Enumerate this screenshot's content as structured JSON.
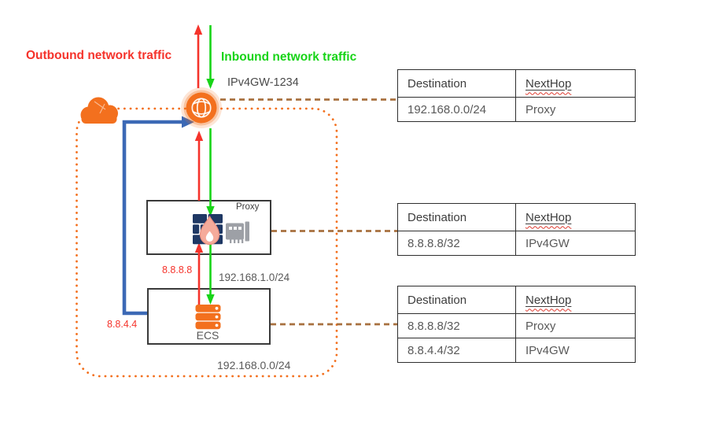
{
  "labels": {
    "outbound": "Outbound network traffic",
    "inbound": "Inbound network traffic",
    "gateway_name": "IPv4GW-1234",
    "proxy_box": "Proxy",
    "ecs_box": "ECS",
    "ecs_ip": "8.8.8.8",
    "ecs_ip2": "8.8.4.4",
    "subnet_cidr": "192.168.1.0/24",
    "vpc_cidr": "192.168.0.0/24"
  },
  "icons": {
    "cloud": "public-cloud-icon",
    "gateway": "ipv4-internet-gateway-globe-icon",
    "firewall": "firewall-flame-brick-icon",
    "nic": "network-interface-card-icon",
    "ecs": "server-stack-icon"
  },
  "colors": {
    "orange": "#F3701E",
    "red": "#F5332B",
    "green": "#17D417",
    "blue": "#3C69B5",
    "brown": "#A8703F",
    "navy_brick": "#1F3864",
    "flame": "#F5AB9B",
    "icon_gray": "#9DA0A6",
    "table_border": "#2e2e2e",
    "text_gray": "#595959"
  },
  "route_tables": [
    {
      "headers": {
        "destination": "Destination",
        "nexthop": "NextHop"
      },
      "rows": [
        {
          "destination": "192.168.0.0/24",
          "nexthop": "Proxy"
        }
      ]
    },
    {
      "headers": {
        "destination": "Destination",
        "nexthop": "NextHop"
      },
      "rows": [
        {
          "destination": "8.8.8.8/32",
          "nexthop": "IPv4GW"
        }
      ]
    },
    {
      "headers": {
        "destination": "Destination",
        "nexthop": "NextHop"
      },
      "rows": [
        {
          "destination": "8.8.8.8/32",
          "nexthop": "Proxy"
        },
        {
          "destination": "8.8.4.4/32",
          "nexthop": "IPv4GW"
        }
      ]
    }
  ]
}
